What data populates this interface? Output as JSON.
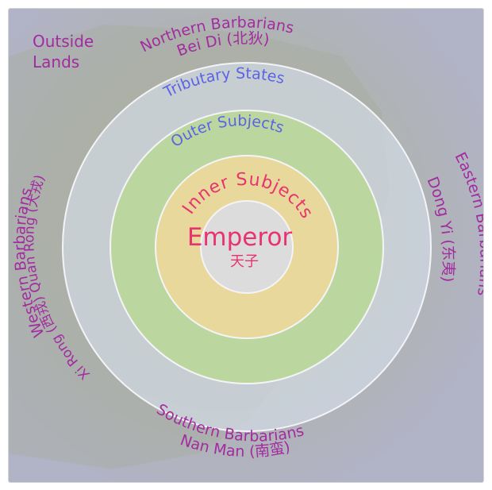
{
  "colors": {
    "map_ocean": "#9aa6bf",
    "map_land": "#7d8f6e",
    "overlay": "#cdc9db",
    "outer_ring": "#e6e8f2",
    "tributary_ring": "#c9d8e6",
    "outer_subjects_ring": "#b7d98e",
    "inner_subjects_ring": "#f1d89a",
    "emperor_core": "#dcdcdc",
    "ring_stroke": "#f4f4f8",
    "emperor_text": "#e8336f",
    "inner_subjects_text": "#e8336f",
    "blue_text": "#5b63e6",
    "purple_text": "#a32ba0"
  },
  "labels": {
    "emperor": "Emperor",
    "emperor_cn": "天子",
    "inner_subjects": "Inner Subjects",
    "outer_subjects": "Outer Subjects",
    "tributary_states": "Tributary States",
    "outside_lands_1": "Outside",
    "outside_lands_2": "Lands",
    "north_1": "Northern Barbarians",
    "north_2": "Bei Di (北狄)",
    "east_1": "Eastern Barbarians",
    "east_2": "Dong Yi (东夷)",
    "south_1": "Southern Barbarians",
    "south_2": "Nan Man (南蛮)",
    "west_1": "Western Barbarians",
    "west_2": "Xi Rong (西戎) Quan Rong (犬戎)"
  }
}
